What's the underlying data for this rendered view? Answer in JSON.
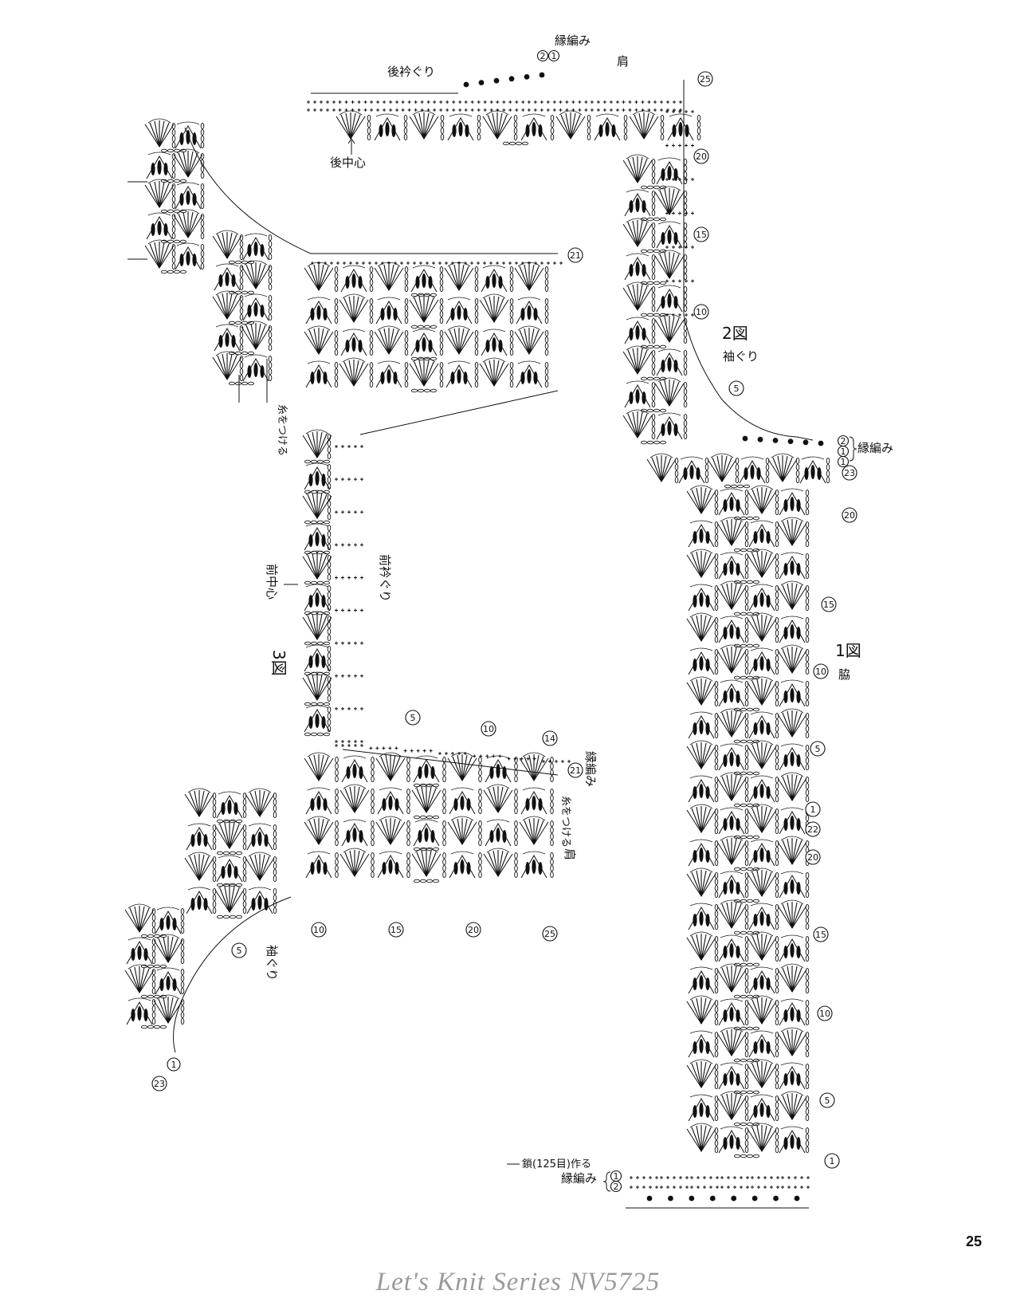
{
  "labels": {
    "edge_top": "縁編み",
    "shoulder_top": "肩",
    "back_neckline": "後衿ぐり",
    "back_center": "後中心",
    "fig2": "2図",
    "armhole_2": "袖ぐり",
    "edge_right": "縁編み",
    "fig1": "1図",
    "side": "脇",
    "chain_start": "鎖(125目)作る",
    "edge_bottom": "縁編み",
    "attach_yarn_1": "糸をつける",
    "front_neckline": "前衿ぐり",
    "front_center": "前中心",
    "fig3": "3図",
    "edge_mid": "縁編み",
    "attach_yarn_2": "糸をつける",
    "shoulder_mid": "肩",
    "armhole_3": "袖ぐり"
  },
  "row_markers": {
    "top_edge": [
      "2",
      "1"
    ],
    "back_rows": [
      "25",
      "20",
      "15",
      "10",
      "5"
    ],
    "upper_left": [
      "21"
    ],
    "right_edge": [
      "2",
      "1",
      "1"
    ],
    "right_rows": [
      "23",
      "20",
      "15",
      "10",
      "5",
      "1",
      "22",
      "20",
      "15",
      "10",
      "5",
      "1"
    ],
    "bottom_edge": [
      "1",
      "2"
    ],
    "mid_top": [
      "5",
      "10",
      "14"
    ],
    "mid_edge": [
      "21"
    ],
    "mid_bottom": [
      "10",
      "15",
      "20",
      "25"
    ],
    "left_rows": [
      "5"
    ],
    "left_bottom": [
      "1",
      "23"
    ]
  },
  "footer": {
    "page_number": "25",
    "series_title": "Let's Knit Series NV5725"
  },
  "colors": {
    "ink": "#111111",
    "paper": "#ffffff",
    "watermark": "#9a9a9a"
  }
}
